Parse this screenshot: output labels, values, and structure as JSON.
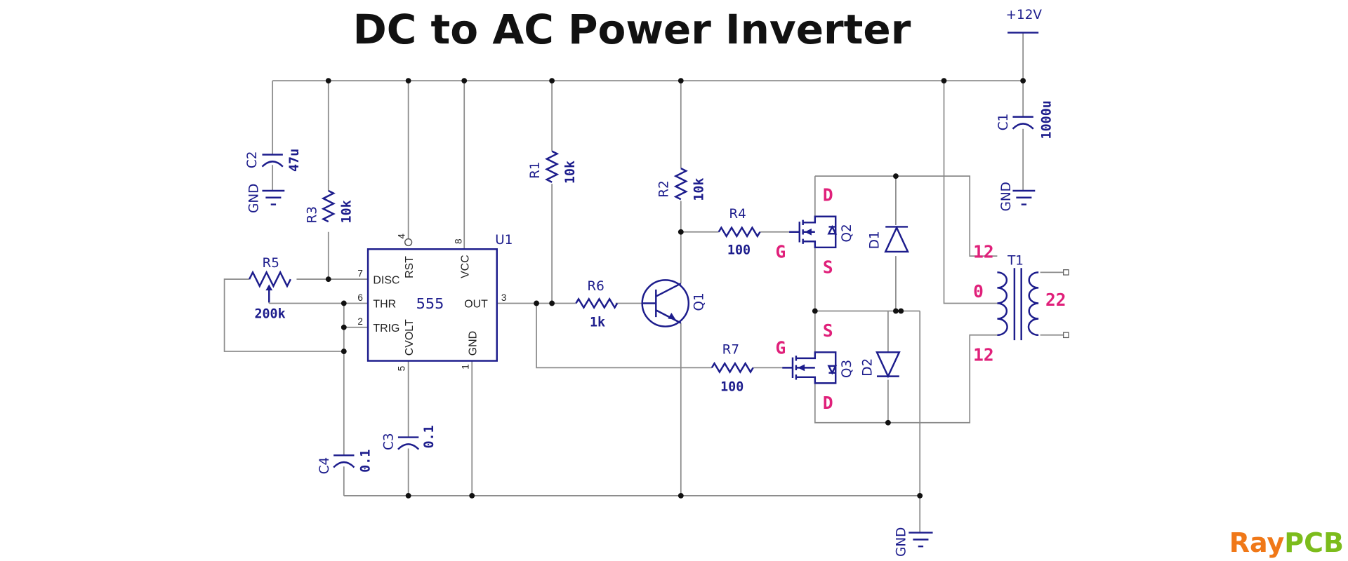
{
  "title": "DC to AC Power Inverter",
  "logo": {
    "part1": "Ray",
    "part2": "PCB",
    "color1": "#f07818",
    "color2": "#7cbc1c"
  },
  "colors": {
    "wire": "#8a8a8a",
    "symbol": "#1c1c8c",
    "terminal_label": "#e0207a"
  },
  "power": {
    "supply": "+12V",
    "ground": "GND"
  },
  "components": {
    "C1": {
      "ref": "C1",
      "value": "1000u"
    },
    "C2": {
      "ref": "C2",
      "value": "47u"
    },
    "C3": {
      "ref": "C3",
      "value": "0.1"
    },
    "C4": {
      "ref": "C4",
      "value": "0.1"
    },
    "R1": {
      "ref": "R1",
      "value": "10k"
    },
    "R2": {
      "ref": "R2",
      "value": "10k"
    },
    "R3": {
      "ref": "R3",
      "value": "10k"
    },
    "R4": {
      "ref": "R4",
      "value": "100"
    },
    "R5": {
      "ref": "R5",
      "value": "200k"
    },
    "R6": {
      "ref": "R6",
      "value": "1k"
    },
    "R7": {
      "ref": "R7",
      "value": "100"
    },
    "Q1": {
      "ref": "Q1"
    },
    "Q2": {
      "ref": "Q2"
    },
    "Q3": {
      "ref": "Q3"
    },
    "D1": {
      "ref": "D1"
    },
    "D2": {
      "ref": "D2"
    },
    "T1": {
      "ref": "T1",
      "primary_top": "12",
      "center_tap": "0",
      "primary_bottom": "12",
      "secondary": "22"
    },
    "U1": {
      "ref": "U1",
      "part": "555",
      "pins": {
        "disc": {
          "name": "DISC",
          "num": "7"
        },
        "thr": {
          "name": "THR",
          "num": "6"
        },
        "trig": {
          "name": "TRIG",
          "num": "2"
        },
        "rst": {
          "name": "RST",
          "num": "4"
        },
        "vcc": {
          "name": "VCC",
          "num": "8"
        },
        "out": {
          "name": "OUT",
          "num": "3"
        },
        "cvolt": {
          "name": "CVOLT",
          "num": "5"
        },
        "gnd": {
          "name": "GND",
          "num": "1"
        }
      }
    }
  },
  "mosfet_terminals": {
    "drain": "D",
    "gate": "G",
    "source": "S"
  }
}
